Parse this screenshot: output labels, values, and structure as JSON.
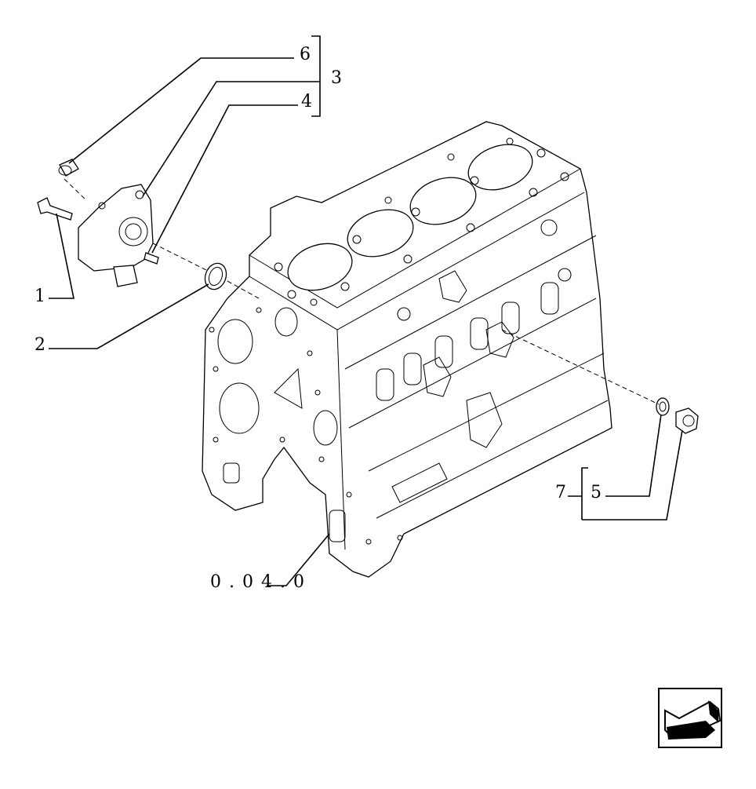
{
  "diagram": {
    "callouts": {
      "c1": "1",
      "c2": "2",
      "c3": "3",
      "c4": "4",
      "c5": "5",
      "c6": "6",
      "c7": "7"
    },
    "reference": "0.04.0"
  },
  "nav": {
    "icon": "arrow-icon"
  }
}
